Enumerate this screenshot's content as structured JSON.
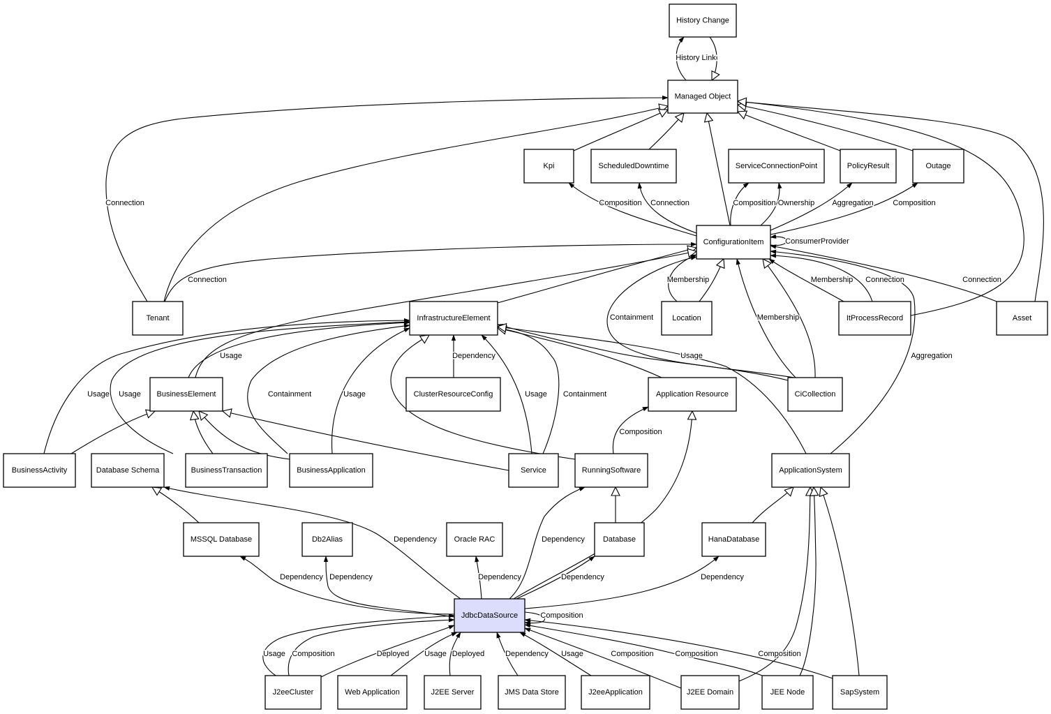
{
  "diagram": {
    "title": "JdbcDataSource class relationships",
    "highlight_color": "#dcdcfc",
    "nodes": [
      {
        "id": "history_change",
        "label": "History Change"
      },
      {
        "id": "managed_object",
        "label": "Managed Object"
      },
      {
        "id": "kpi",
        "label": "Kpi"
      },
      {
        "id": "scheduled_downtime",
        "label": "ScheduledDowntime"
      },
      {
        "id": "service_connection_point",
        "label": "ServiceConnectionPoint"
      },
      {
        "id": "policy_result",
        "label": "PolicyResult"
      },
      {
        "id": "outage",
        "label": "Outage"
      },
      {
        "id": "configuration_item",
        "label": "ConfigurationItem"
      },
      {
        "id": "tenant",
        "label": "Tenant"
      },
      {
        "id": "infrastructure_element",
        "label": "InfrastructureElement"
      },
      {
        "id": "location",
        "label": "Location"
      },
      {
        "id": "it_process_record",
        "label": "ItProcessRecord"
      },
      {
        "id": "asset",
        "label": "Asset"
      },
      {
        "id": "business_element",
        "label": "BusinessElement"
      },
      {
        "id": "cluster_resource_config",
        "label": "ClusterResourceConfig"
      },
      {
        "id": "application_resource",
        "label": "Application Resource"
      },
      {
        "id": "ci_collection",
        "label": "CiCollection"
      },
      {
        "id": "business_activity",
        "label": "BusinessActivity"
      },
      {
        "id": "database_schema",
        "label": "Database Schema"
      },
      {
        "id": "business_transaction",
        "label": "BusinessTransaction"
      },
      {
        "id": "business_application",
        "label": "BusinessApplication"
      },
      {
        "id": "service",
        "label": "Service"
      },
      {
        "id": "running_software",
        "label": "RunningSoftware"
      },
      {
        "id": "application_system",
        "label": "ApplicationSystem"
      },
      {
        "id": "mssql_database",
        "label": "MSSQL Database"
      },
      {
        "id": "db2alias",
        "label": "Db2Alias"
      },
      {
        "id": "oracle_rac",
        "label": "Oracle RAC"
      },
      {
        "id": "database",
        "label": "Database"
      },
      {
        "id": "hana_database",
        "label": "HanaDatabase"
      },
      {
        "id": "jdbc_data_source",
        "label": "JdbcDataSource",
        "highlight": true
      },
      {
        "id": "j2ee_cluster",
        "label": "J2eeCluster"
      },
      {
        "id": "web_application",
        "label": "Web Application"
      },
      {
        "id": "j2ee_server",
        "label": "J2EE Server"
      },
      {
        "id": "jms_data_store",
        "label": "JMS Data Store"
      },
      {
        "id": "j2ee_application",
        "label": "J2eeApplication"
      },
      {
        "id": "j2ee_domain",
        "label": "J2EE Domain"
      },
      {
        "id": "jee_node",
        "label": "JEE Node"
      },
      {
        "id": "sap_system",
        "label": "SapSystem"
      }
    ],
    "edges": [
      {
        "from": "managed_object",
        "to": "history_change",
        "label": "History Link",
        "type": "association"
      },
      {
        "from": "history_change",
        "to": "managed_object",
        "label": "",
        "type": "inheritance"
      },
      {
        "from": "tenant",
        "to": "managed_object",
        "label": "Connection",
        "type": "association"
      },
      {
        "from": "tenant",
        "to": "managed_object",
        "label": "",
        "type": "inheritance"
      },
      {
        "from": "kpi",
        "to": "managed_object",
        "label": "",
        "type": "inheritance"
      },
      {
        "from": "scheduled_downtime",
        "to": "managed_object",
        "label": "",
        "type": "inheritance"
      },
      {
        "from": "configuration_item",
        "to": "managed_object",
        "label": "",
        "type": "inheritance"
      },
      {
        "from": "policy_result",
        "to": "managed_object",
        "label": "",
        "type": "inheritance"
      },
      {
        "from": "outage",
        "to": "managed_object",
        "label": "",
        "type": "inheritance"
      },
      {
        "from": "it_process_record",
        "to": "managed_object",
        "label": "",
        "type": "inheritance"
      },
      {
        "from": "asset",
        "to": "managed_object",
        "label": "",
        "type": "inheritance"
      },
      {
        "from": "configuration_item",
        "to": "kpi",
        "label": "Composition",
        "type": "association"
      },
      {
        "from": "configuration_item",
        "to": "scheduled_downtime",
        "label": "Connection",
        "type": "association"
      },
      {
        "from": "configuration_item",
        "to": "service_connection_point",
        "label": "Composition",
        "type": "association"
      },
      {
        "from": "configuration_item",
        "to": "service_connection_point",
        "label": "Ownership",
        "type": "association"
      },
      {
        "from": "configuration_item",
        "to": "policy_result",
        "label": "Aggregation",
        "type": "association"
      },
      {
        "from": "configuration_item",
        "to": "outage",
        "label": "Composition",
        "type": "association"
      },
      {
        "from": "configuration_item",
        "to": "configuration_item",
        "label": "ConsumerProvider",
        "type": "association"
      },
      {
        "from": "tenant",
        "to": "configuration_item",
        "label": "Connection",
        "type": "association"
      },
      {
        "from": "infrastructure_element",
        "to": "configuration_item",
        "label": "",
        "type": "inheritance"
      },
      {
        "from": "business_element",
        "to": "configuration_item",
        "label": "",
        "type": "inheritance"
      },
      {
        "from": "location",
        "to": "configuration_item",
        "label": "Membership",
        "type": "association"
      },
      {
        "from": "location",
        "to": "configuration_item",
        "label": "",
        "type": "inheritance"
      },
      {
        "from": "ci_collection",
        "to": "configuration_item",
        "label": "Containment",
        "type": "association"
      },
      {
        "from": "ci_collection",
        "to": "configuration_item",
        "label": "Membership",
        "type": "association"
      },
      {
        "from": "ci_collection",
        "to": "configuration_item",
        "label": "",
        "type": "inheritance"
      },
      {
        "from": "it_process_record",
        "to": "configuration_item",
        "label": "Membership",
        "type": "association"
      },
      {
        "from": "it_process_record",
        "to": "configuration_item",
        "label": "Connection",
        "type": "association"
      },
      {
        "from": "asset",
        "to": "configuration_item",
        "label": "Connection",
        "type": "association"
      },
      {
        "from": "application_system",
        "to": "configuration_item",
        "label": "Aggregation",
        "type": "association"
      },
      {
        "from": "business_element",
        "to": "infrastructure_element",
        "label": "Usage",
        "type": "association"
      },
      {
        "from": "business_activity",
        "to": "infrastructure_element",
        "label": "Usage",
        "type": "association"
      },
      {
        "from": "business_transaction",
        "to": "infrastructure_element",
        "label": "Usage",
        "type": "association"
      },
      {
        "from": "business_application",
        "to": "infrastructure_element",
        "label": "Containment",
        "type": "association"
      },
      {
        "from": "business_application",
        "to": "infrastructure_element",
        "label": "Usage",
        "type": "association"
      },
      {
        "from": "cluster_resource_config",
        "to": "infrastructure_element",
        "label": "Dependency",
        "type": "association"
      },
      {
        "from": "service",
        "to": "infrastructure_element",
        "label": "Usage",
        "type": "association"
      },
      {
        "from": "service",
        "to": "infrastructure_element",
        "label": "Containment",
        "type": "association"
      },
      {
        "from": "running_software",
        "to": "infrastructure_element",
        "label": "",
        "type": "inheritance"
      },
      {
        "from": "application_resource",
        "to": "infrastructure_element",
        "label": "",
        "type": "inheritance"
      },
      {
        "from": "ci_collection",
        "to": "infrastructure_element",
        "label": "Usage",
        "type": "association"
      },
      {
        "from": "application_system",
        "to": "infrastructure_element",
        "label": "",
        "type": "inheritance"
      },
      {
        "from": "business_activity",
        "to": "business_element",
        "label": "",
        "type": "inheritance"
      },
      {
        "from": "business_transaction",
        "to": "business_element",
        "label": "",
        "type": "inheritance"
      },
      {
        "from": "business_application",
        "to": "business_element",
        "label": "",
        "type": "inheritance"
      },
      {
        "from": "service",
        "to": "business_element",
        "label": "",
        "type": "inheritance"
      },
      {
        "from": "running_software",
        "to": "application_resource",
        "label": "Composition",
        "type": "association"
      },
      {
        "from": "mssql_database",
        "to": "database_schema",
        "label": "",
        "type": "inheritance"
      },
      {
        "from": "database",
        "to": "running_software",
        "label": "",
        "type": "inheritance"
      },
      {
        "from": "hana_database",
        "to": "application_system",
        "label": "",
        "type": "inheritance"
      },
      {
        "from": "jdbc_data_source",
        "to": "database_schema",
        "label": "Dependency",
        "type": "association"
      },
      {
        "from": "jdbc_data_source",
        "to": "mssql_database",
        "label": "Dependency",
        "type": "association"
      },
      {
        "from": "jdbc_data_source",
        "to": "db2alias",
        "label": "Dependency",
        "type": "association"
      },
      {
        "from": "jdbc_data_source",
        "to": "oracle_rac",
        "label": "Dependency",
        "type": "association"
      },
      {
        "from": "jdbc_data_source",
        "to": "running_software",
        "label": "Dependency",
        "type": "association"
      },
      {
        "from": "jdbc_data_source",
        "to": "database",
        "label": "Dependency",
        "type": "association"
      },
      {
        "from": "jdbc_data_source",
        "to": "hana_database",
        "label": "Dependency",
        "type": "association"
      },
      {
        "from": "jdbc_data_source",
        "to": "application_resource",
        "label": "",
        "type": "inheritance"
      },
      {
        "from": "jdbc_data_source",
        "to": "jdbc_data_source",
        "label": "Composition",
        "type": "association"
      },
      {
        "from": "j2ee_cluster",
        "to": "jdbc_data_source",
        "label": "Usage",
        "type": "association"
      },
      {
        "from": "j2ee_cluster",
        "to": "jdbc_data_source",
        "label": "Composition",
        "type": "association"
      },
      {
        "from": "j2ee_cluster",
        "to": "jdbc_data_source",
        "label": "Deployed",
        "type": "association"
      },
      {
        "from": "web_application",
        "to": "jdbc_data_source",
        "label": "Usage",
        "type": "association"
      },
      {
        "from": "j2ee_server",
        "to": "jdbc_data_source",
        "label": "Deployed",
        "type": "association"
      },
      {
        "from": "jms_data_store",
        "to": "jdbc_data_source",
        "label": "Dependency",
        "type": "association"
      },
      {
        "from": "j2ee_application",
        "to": "jdbc_data_source",
        "label": "Usage",
        "type": "association"
      },
      {
        "from": "j2ee_domain",
        "to": "jdbc_data_source",
        "label": "Composition",
        "type": "association"
      },
      {
        "from": "jee_node",
        "to": "jdbc_data_source",
        "label": "Composition",
        "type": "association"
      },
      {
        "from": "sap_system",
        "to": "jdbc_data_source",
        "label": "Composition",
        "type": "association"
      },
      {
        "from": "j2ee_domain",
        "to": "application_system",
        "label": "",
        "type": "inheritance"
      },
      {
        "from": "jee_node",
        "to": "application_system",
        "label": "",
        "type": "inheritance"
      },
      {
        "from": "sap_system",
        "to": "application_system",
        "label": "",
        "type": "inheritance"
      }
    ]
  }
}
